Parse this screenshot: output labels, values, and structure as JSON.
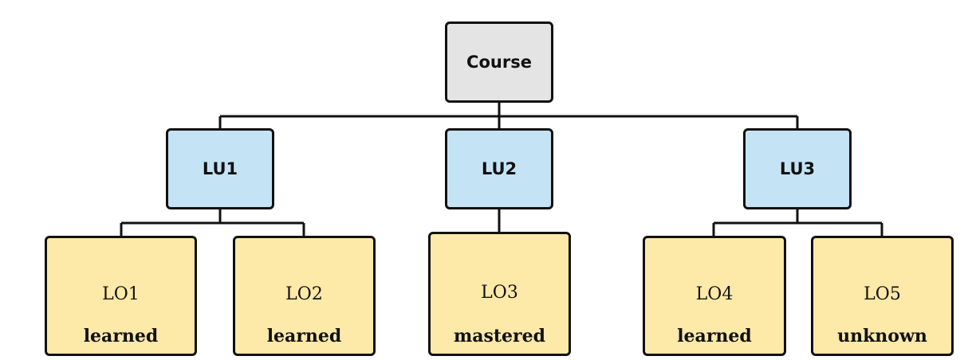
{
  "diagram": {
    "root": {
      "label": "Course"
    },
    "units": [
      {
        "label": "LU1"
      },
      {
        "label": "LU2"
      },
      {
        "label": "LU3"
      }
    ],
    "objectives": [
      {
        "id": "LO1",
        "status": "learned"
      },
      {
        "id": "LO2",
        "status": "learned"
      },
      {
        "id": "LO3",
        "status": "mastered"
      },
      {
        "id": "LO4",
        "status": "learned"
      },
      {
        "id": "LO5",
        "status": "unknown"
      }
    ]
  },
  "colors": {
    "course_fill": "#e4e4e4",
    "unit_fill": "#c4e4f6",
    "objective_fill": "#fde9a8",
    "border": "#111111"
  }
}
